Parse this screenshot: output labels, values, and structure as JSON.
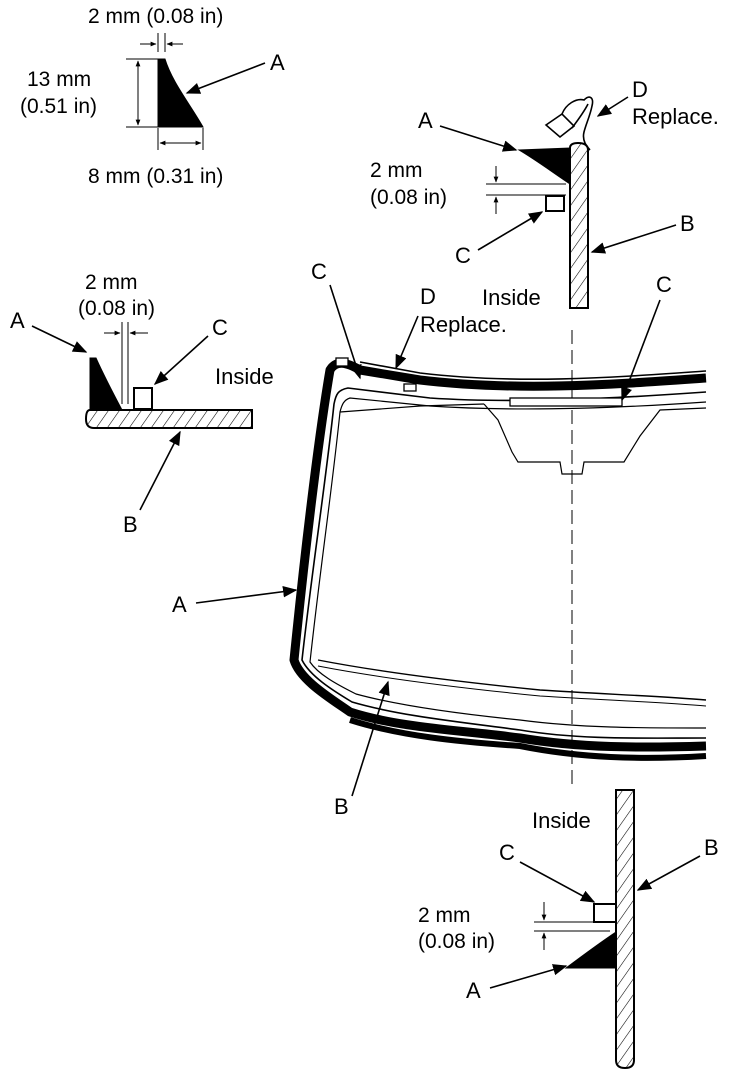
{
  "colors": {
    "ink": "#000000",
    "paper": "#ffffff"
  },
  "detail_top_left": {
    "dim_top": "2 mm (0.08 in)",
    "dim_left_1": "13 mm",
    "dim_left_2": "(0.51 in)",
    "dim_bottom": "8 mm (0.31 in)",
    "label_a": "A"
  },
  "detail_left": {
    "dim_1": "2 mm",
    "dim_2": "(0.08 in)",
    "label_a": "A",
    "label_b": "B",
    "label_c": "C",
    "inside": "Inside"
  },
  "detail_top_right": {
    "label_a": "A",
    "label_b": "B",
    "label_c": "C",
    "label_d": "D",
    "replace": "Replace.",
    "dim_1": "2 mm",
    "dim_2": "(0.08 in)",
    "inside": "Inside"
  },
  "windshield": {
    "label_c_left": "C",
    "label_c_right": "C",
    "label_d": "D",
    "replace": "Replace.",
    "label_a": "A",
    "label_b": "B"
  },
  "detail_bottom_right": {
    "inside": "Inside",
    "label_c": "C",
    "label_b": "B",
    "label_a": "A",
    "dim_1": "2 mm",
    "dim_2": "(0.08 in)"
  }
}
